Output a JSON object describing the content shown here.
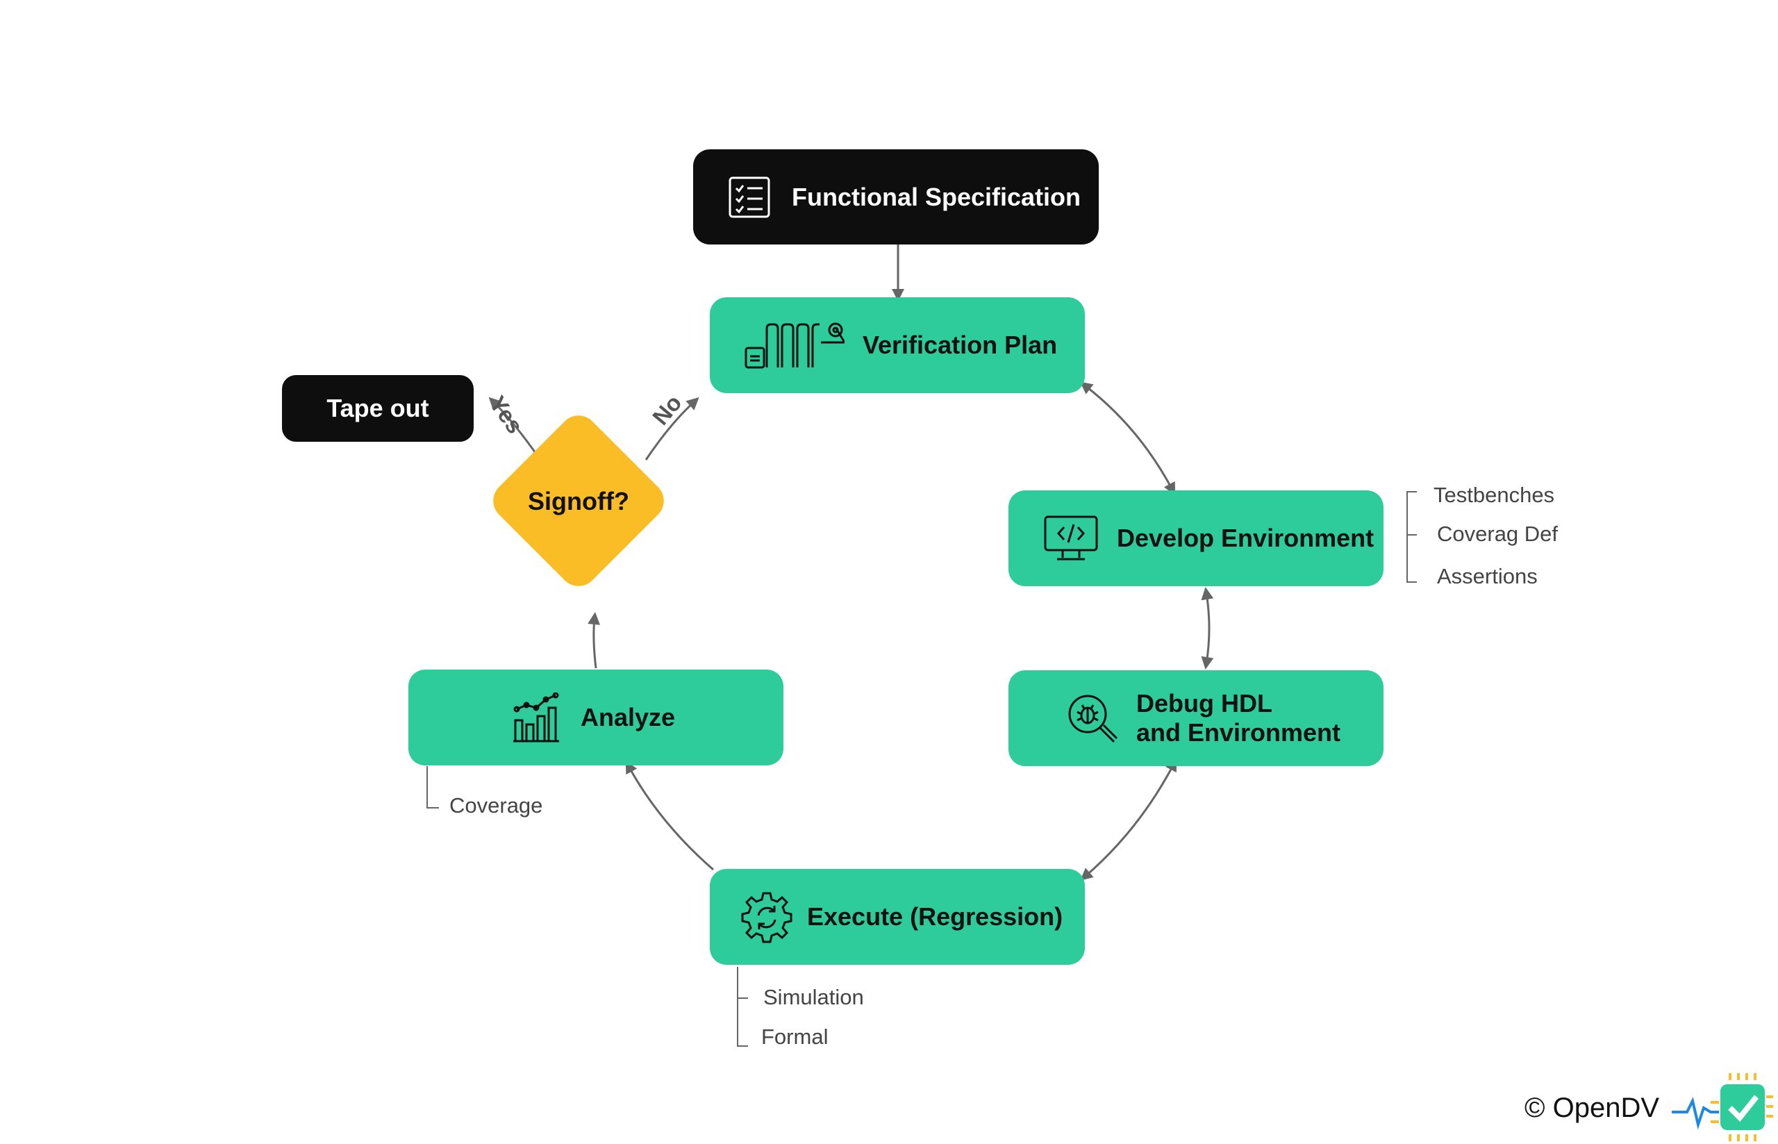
{
  "nodes": {
    "functional_spec": "Functional Specification",
    "verification_plan": "Verification Plan",
    "develop_environment": "Develop Environment",
    "debug_line1": "Debug HDL",
    "debug_line2": "and Environment",
    "execute": "Execute (Regression)",
    "analyze": "Analyze",
    "signoff": "Signoff?",
    "tape_out": "Tape out"
  },
  "branch_labels": {
    "yes": "Yes",
    "no": "No"
  },
  "notes": {
    "develop": [
      "Testbenches",
      "Coverag Def",
      "Assertions"
    ],
    "execute": [
      "Simulation",
      "Formal"
    ],
    "analyze": [
      "Coverage"
    ]
  },
  "brand": {
    "text": "© OpenDV"
  },
  "icons": {
    "functional_spec": "checklist-icon",
    "verification_plan": "roadmap-icon",
    "develop_environment": "monitor-code-icon",
    "debug": "bug-search-icon",
    "execute": "gear-refresh-icon",
    "analyze": "bar-chart-trend-icon",
    "brand": "pulse-check-chip-icon"
  },
  "colors": {
    "process_green": "#2ecc9a",
    "terminal_black": "#0e0e0e",
    "decision_yellow": "#fbbd26",
    "connector_gray": "#666666"
  }
}
